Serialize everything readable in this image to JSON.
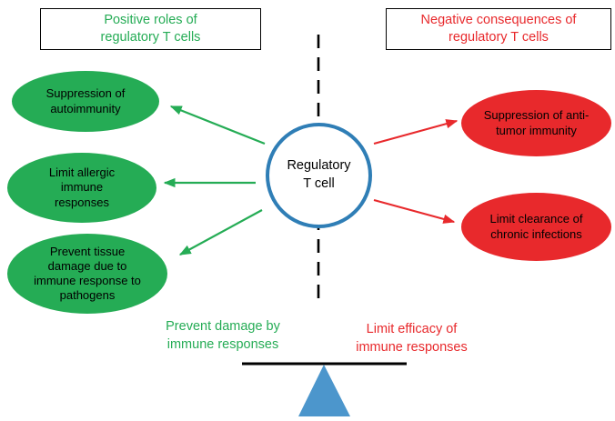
{
  "colors": {
    "green": "#25AC55",
    "red": "#E8292C",
    "circle_border": "#2F7EB6",
    "triangle": "#4C96CC",
    "text": "#000000"
  },
  "headers": {
    "positive": "Positive roles of\nregulatory T cells",
    "negative": "Negative consequences of\nregulatory T cells"
  },
  "center_node": {
    "label": "Regulatory\nT cell"
  },
  "positive_nodes": [
    {
      "label": "Suppression of\nautoimmunity"
    },
    {
      "label": "Limit allergic\nimmune\nresponses"
    },
    {
      "label": "Prevent tissue\ndamage due to\nimmune response to\npathogens"
    }
  ],
  "negative_nodes": [
    {
      "label": "Suppression of anti-\ntumor immunity"
    },
    {
      "label": "Limit clearance of\nchronic infections"
    }
  ],
  "balance_labels": {
    "positive": "Prevent damage by\nimmune responses",
    "negative": "Limit efficacy of\nimmune responses"
  }
}
